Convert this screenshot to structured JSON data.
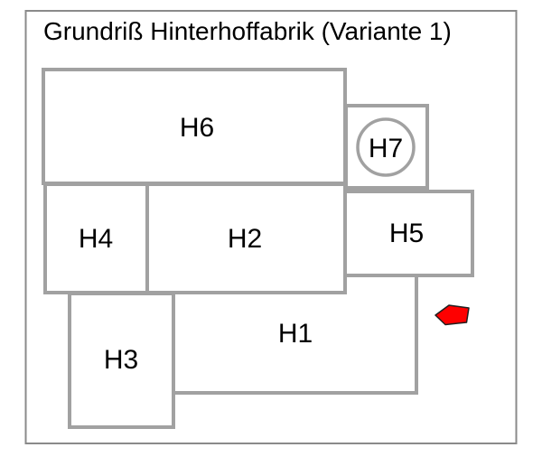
{
  "diagram": {
    "title": "Grundriß Hinterhoffabrik (Variante 1)",
    "rooms": {
      "h1": {
        "label": "H1"
      },
      "h2": {
        "label": "H2"
      },
      "h3": {
        "label": "H3"
      },
      "h4": {
        "label": "H4"
      },
      "h5": {
        "label": "H5"
      },
      "h6": {
        "label": "H6"
      },
      "h7": {
        "label": "H7"
      }
    },
    "marker_icon": "red-left-arrow",
    "colors": {
      "box_outline": "#a1a1a1",
      "frame_outline": "#8a8a8a",
      "label_color": "#000000",
      "arrow_fill": "#fe0000",
      "arrow_outline": "#1f1f1f"
    }
  }
}
